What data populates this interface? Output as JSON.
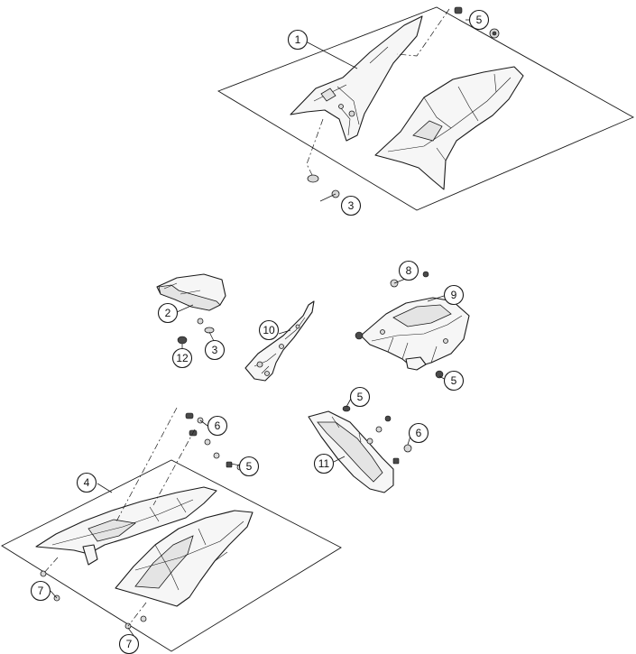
{
  "callouts": [
    "1",
    "5",
    "3",
    "2",
    "3",
    "12",
    "10",
    "8",
    "9",
    "5",
    "6",
    "5",
    "4",
    "7",
    "7",
    "5",
    "6",
    "11"
  ],
  "colors": {
    "line": "#1a1a1a",
    "background": "#ffffff",
    "part_fill": "#f6f6f6"
  }
}
